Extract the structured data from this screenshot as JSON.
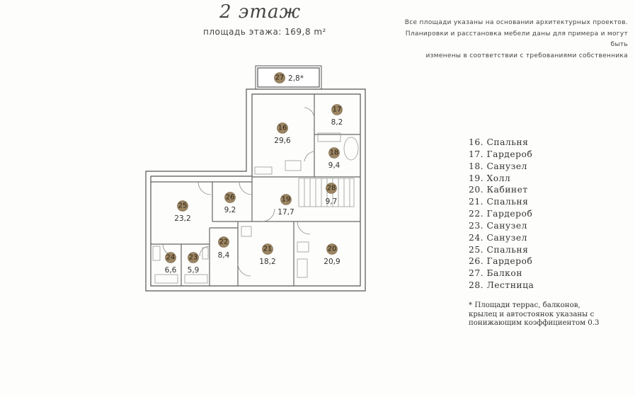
{
  "header": {
    "title": "2 этаж",
    "subtitle": "площадь этажа: 169,8 m²",
    "notice": [
      "Все площади указаны на основании архитектурных проектов.",
      "Планировки и расстановка мебели даны для примера и могут быть",
      "изменены в соответствии с требованиями собственника"
    ]
  },
  "rooms": [
    {
      "num": "27",
      "area": "2,8*"
    },
    {
      "num": "16",
      "area": "29,6"
    },
    {
      "num": "17",
      "area": "8,2"
    },
    {
      "num": "18",
      "area": "9,4"
    },
    {
      "num": "19",
      "area": "17,7"
    },
    {
      "num": "28",
      "area": "9,7"
    },
    {
      "num": "26",
      "area": "9,2"
    },
    {
      "num": "25",
      "area": "23,2"
    },
    {
      "num": "22",
      "area": "8,4"
    },
    {
      "num": "21",
      "area": "18,2"
    },
    {
      "num": "20",
      "area": "20,9"
    },
    {
      "num": "24",
      "area": "6,6"
    },
    {
      "num": "23",
      "area": "5,9"
    }
  ],
  "legend": [
    "16.  Спальня",
    "17.  Гардероб",
    "18.  Санузел",
    "19.  Холл",
    "20.  Кабинет",
    "21.  Спальня",
    "22.  Гардероб",
    "23.  Санузел",
    "24.  Санузел",
    "25.  Спальня",
    "26.  Гардероб",
    "27.  Балкон",
    "28.  Лестница"
  ],
  "footnote": [
    "*  Площади террас, балконов,",
    "крылец и автостоянок указаны с",
    "понижающим коэффициентом 0.3"
  ],
  "colors": {
    "badge": "#9c8562",
    "wall": "#555555"
  }
}
